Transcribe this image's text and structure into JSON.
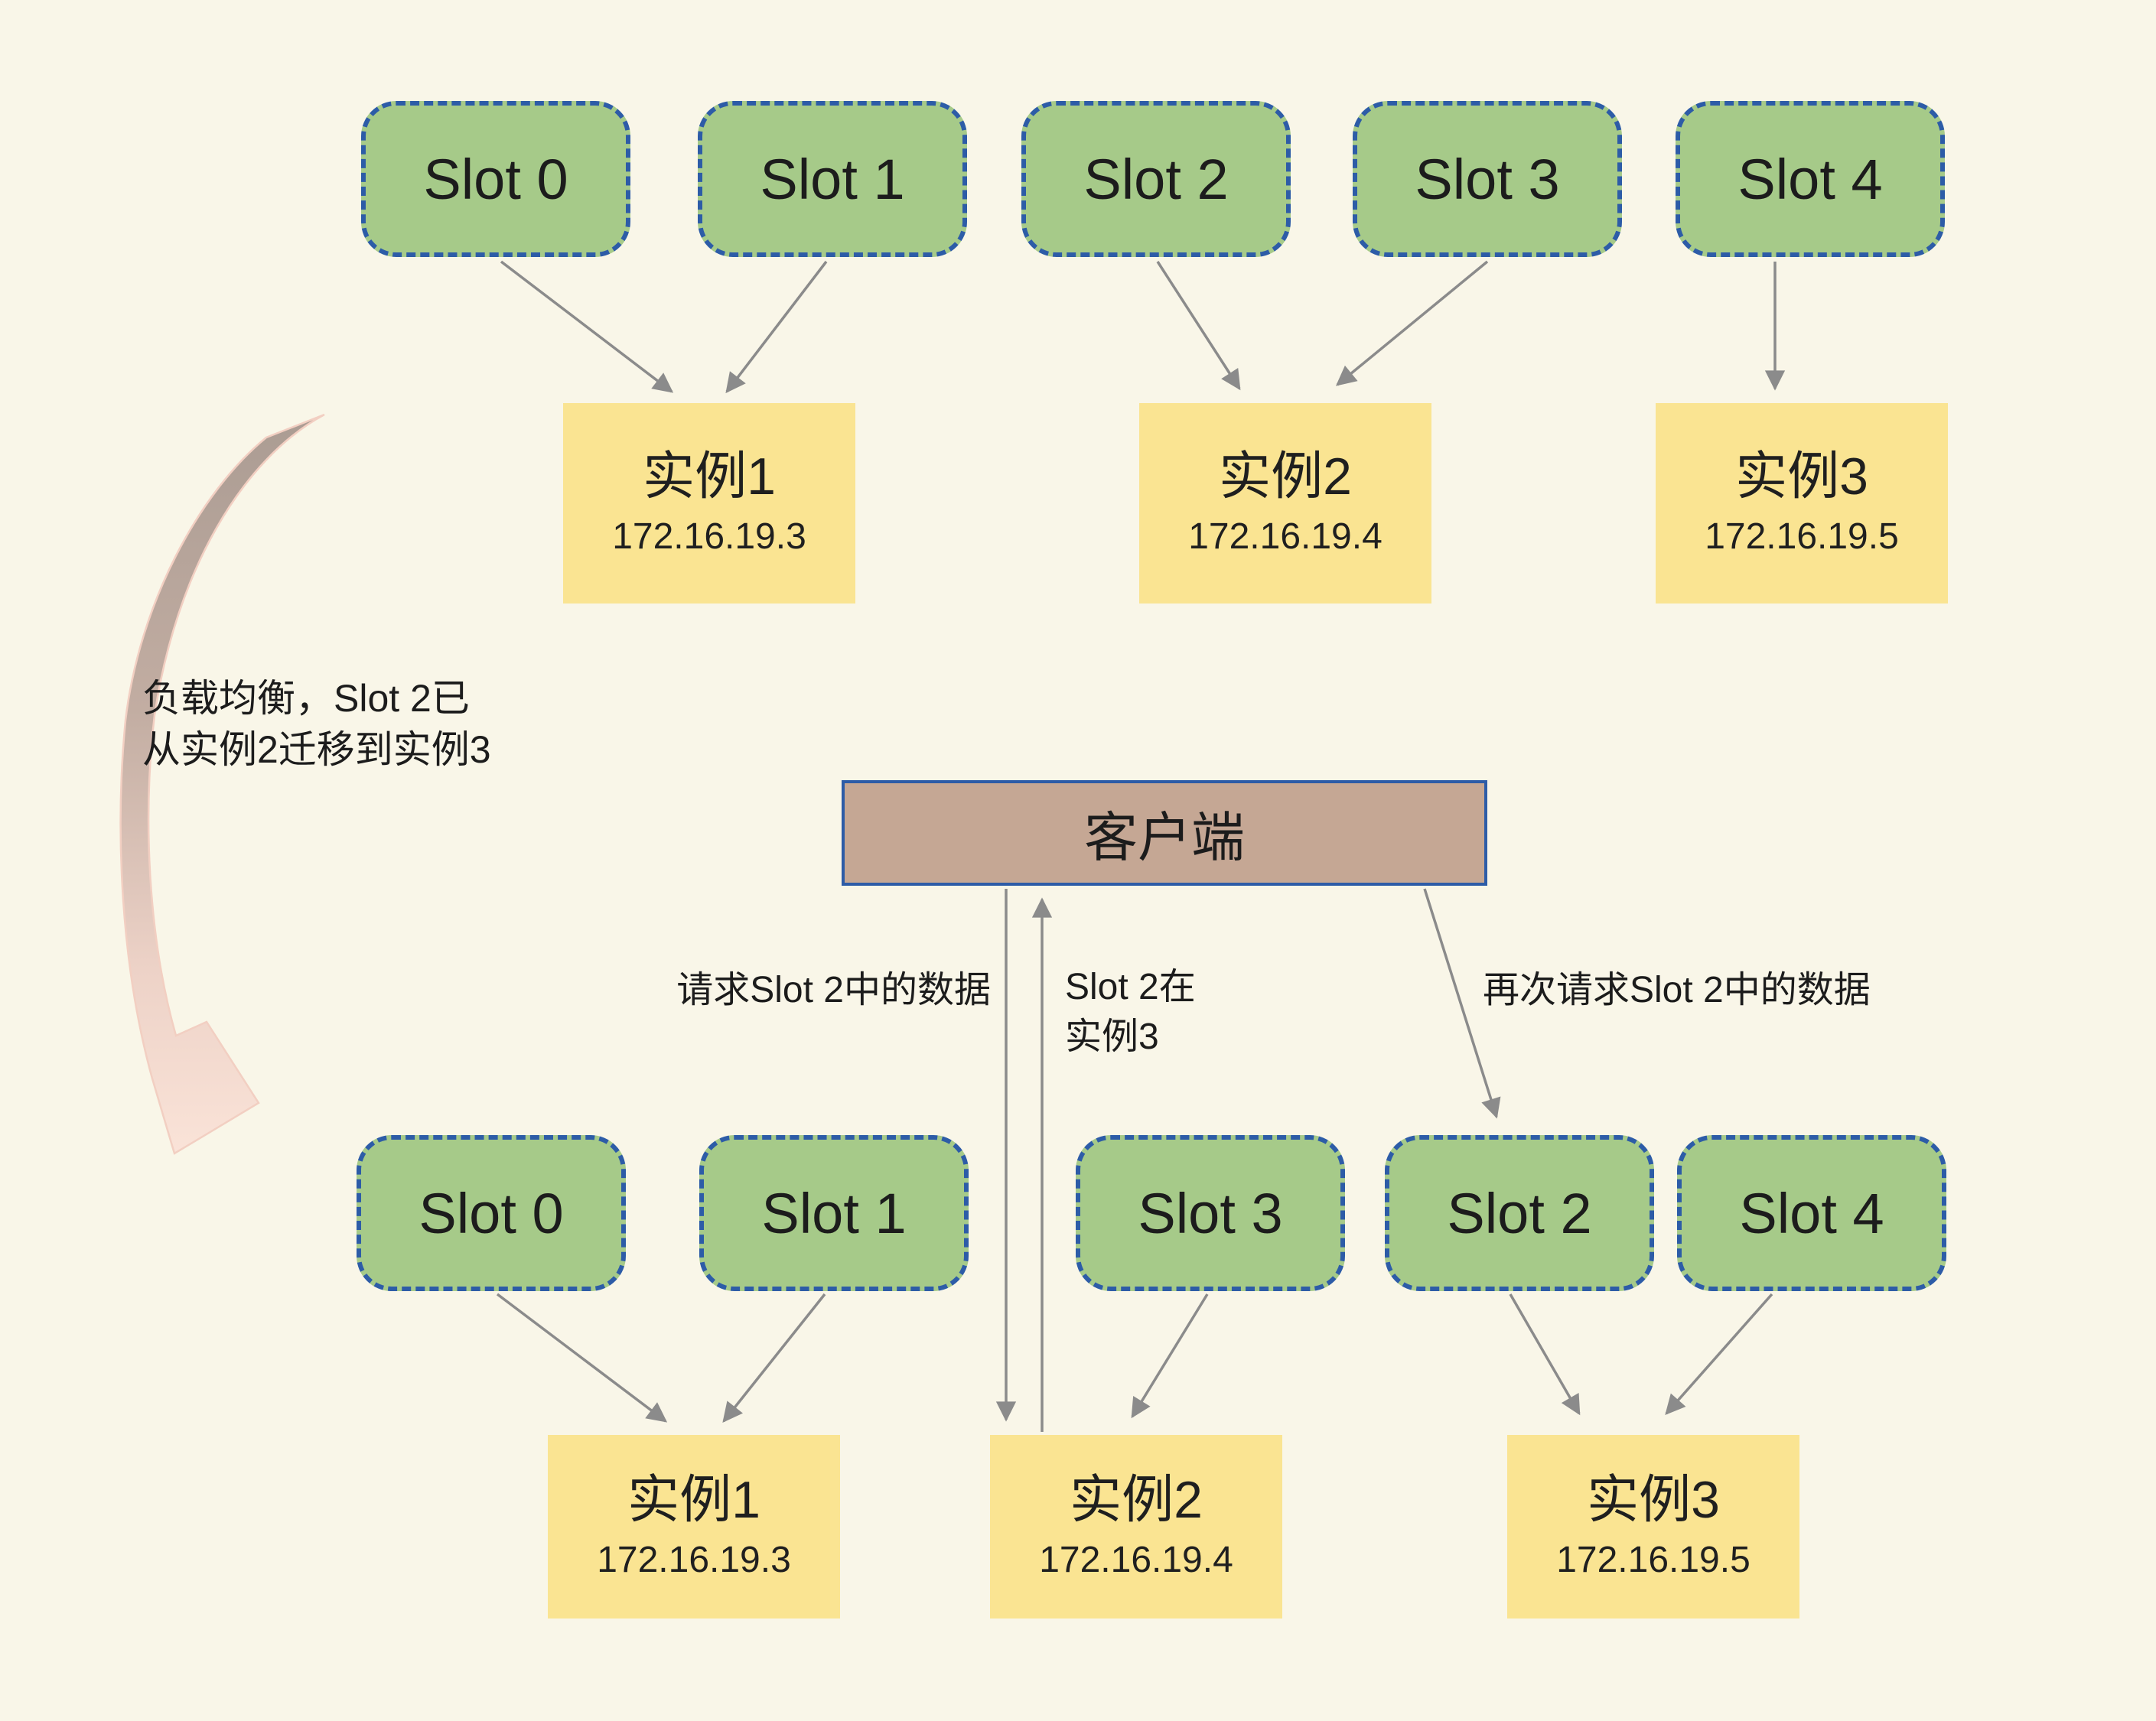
{
  "colors": {
    "background": "#F9F6E8",
    "slot_fill": "#A6CA89",
    "slot_border": "#2D5CA7",
    "instance_fill": "#FAE492",
    "client_fill": "#C5A794",
    "client_border": "#2D5CA7",
    "arrow": "#8B8B8B",
    "migration_arrow_top": "#AB9C93",
    "migration_arrow_bottom": "#FAE3D8"
  },
  "top_cluster": {
    "slots": [
      {
        "label": "Slot 0"
      },
      {
        "label": "Slot 1"
      },
      {
        "label": "Slot 2"
      },
      {
        "label": "Slot 3"
      },
      {
        "label": "Slot 4"
      }
    ],
    "instances": [
      {
        "name": "实例1",
        "ip": "172.16.19.3"
      },
      {
        "name": "实例2",
        "ip": "172.16.19.4"
      },
      {
        "name": "实例3",
        "ip": "172.16.19.5"
      }
    ]
  },
  "client": {
    "label": "客户端"
  },
  "bottom_cluster": {
    "slots": [
      {
        "label": "Slot 0"
      },
      {
        "label": "Slot 1"
      },
      {
        "label": "Slot 3"
      },
      {
        "label": "Slot 2"
      },
      {
        "label": "Slot 4"
      }
    ],
    "instances": [
      {
        "name": "实例1",
        "ip": "172.16.19.3"
      },
      {
        "name": "实例2",
        "ip": "172.16.19.4"
      },
      {
        "name": "实例3",
        "ip": "172.16.19.5"
      }
    ]
  },
  "annotations": {
    "migration_line1": "负载均衡，Slot 2已",
    "migration_line2": "从实例2迁移到实例3",
    "request": "请求Slot 2中的数据",
    "response_line1": "Slot 2在",
    "response_line2": "实例3",
    "re_request": "再次请求Slot 2中的数据"
  }
}
